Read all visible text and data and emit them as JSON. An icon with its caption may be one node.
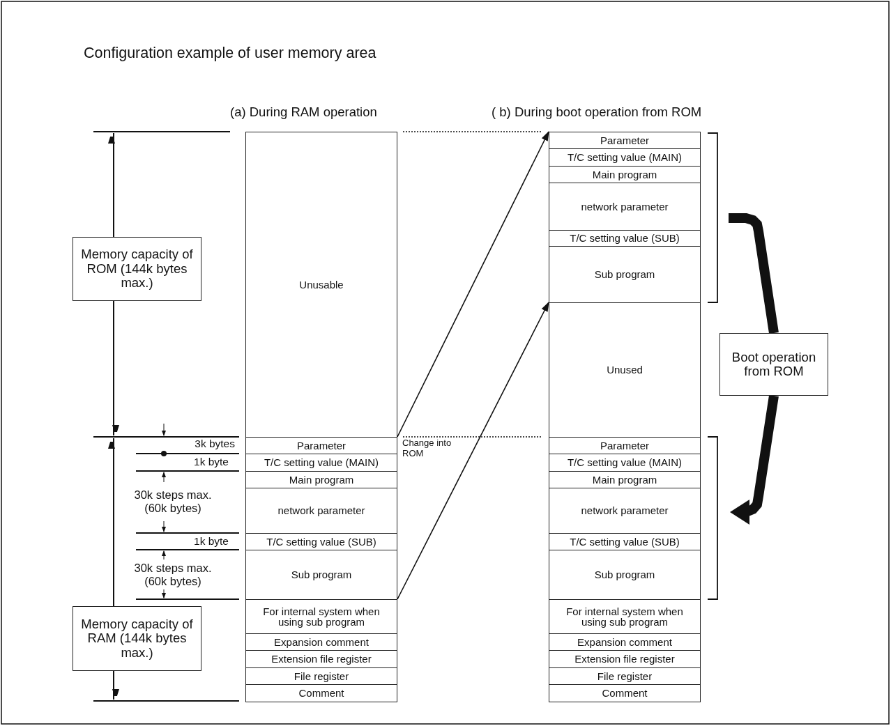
{
  "diagram": {
    "title": "Configuration example of user memory area",
    "nodes": [
      {
        "text": [
          "Unusable"
        ]
      },
      {
        "text": [
          "Parameter"
        ]
      },
      {
        "text": [
          "T/C setting value (MAIN)"
        ]
      },
      {
        "text": [
          "Main program"
        ]
      },
      {
        "text": [
          "network parameter"
        ]
      },
      {
        "text": [
          "T/C setting value (SUB)"
        ]
      },
      {
        "text": [
          "Sub program"
        ]
      },
      {
        "text": [
          "For internal system when using sub program"
        ]
      },
      {
        "text": [
          "Expansion comment"
        ]
      },
      {
        "text": [
          "Extension file register"
        ]
      },
      {
        "text": [
          "File register"
        ]
      },
      {
        "text": [
          "Comment"
        ]
      },
      {
        "text": [
          "Parameter"
        ]
      },
      {
        "text": [
          "T/C setting value (MAIN)"
        ]
      },
      {
        "text": [
          "Main program"
        ]
      },
      {
        "text": [
          "network parameter"
        ]
      },
      {
        "text": [
          "T/C setting value (SUB)"
        ]
      },
      {
        "text": [
          "Sub program"
        ]
      },
      {
        "text": [
          "Unused"
        ]
      },
      {
        "text": [
          "Parameter"
        ]
      },
      {
        "text": [
          "T/C setting value (MAIN)"
        ]
      },
      {
        "text": [
          "Main program"
        ]
      },
      {
        "text": [
          "network parameter"
        ]
      },
      {
        "text": [
          "T/C setting value (SUB)"
        ]
      },
      {
        "text": [
          "Sub program"
        ]
      },
      {
        "text": [
          "For internal system when using sub program"
        ]
      },
      {
        "text": [
          "Expansion comment"
        ]
      },
      {
        "text": [
          "Extension file register"
        ]
      },
      {
        "text": [
          "File register"
        ]
      },
      {
        "text": [
          "Comment"
        ]
      },
      {
        "text": [
          "Memory capacity of ROM (144k bytes max.)"
        ]
      },
      {
        "text": [
          "Memory capacity of RAM (144k bytes max.)"
        ]
      },
      {
        "text": [
          "Boot operation from ROM"
        ]
      }
    ],
    "edges": [
      {
        "from": 1,
        "to": 12,
        "arrow": "to"
      },
      {
        "from": 6,
        "to": 17,
        "arrow": "to"
      },
      {
        "from": null,
        "to": 32,
        "arrow": "none",
        "style": "thick"
      },
      {
        "from": 32,
        "to": 22,
        "arrow": "to",
        "style": "thick"
      }
    ],
    "labels": [
      "(a) During RAM operation",
      "( b) During boot operation from ROM",
      "3k bytes",
      "Change into ROM",
      "1k byte",
      "30k steps max. (60k bytes)",
      "1k byte",
      "30k steps max. (60k bytes)"
    ]
  }
}
